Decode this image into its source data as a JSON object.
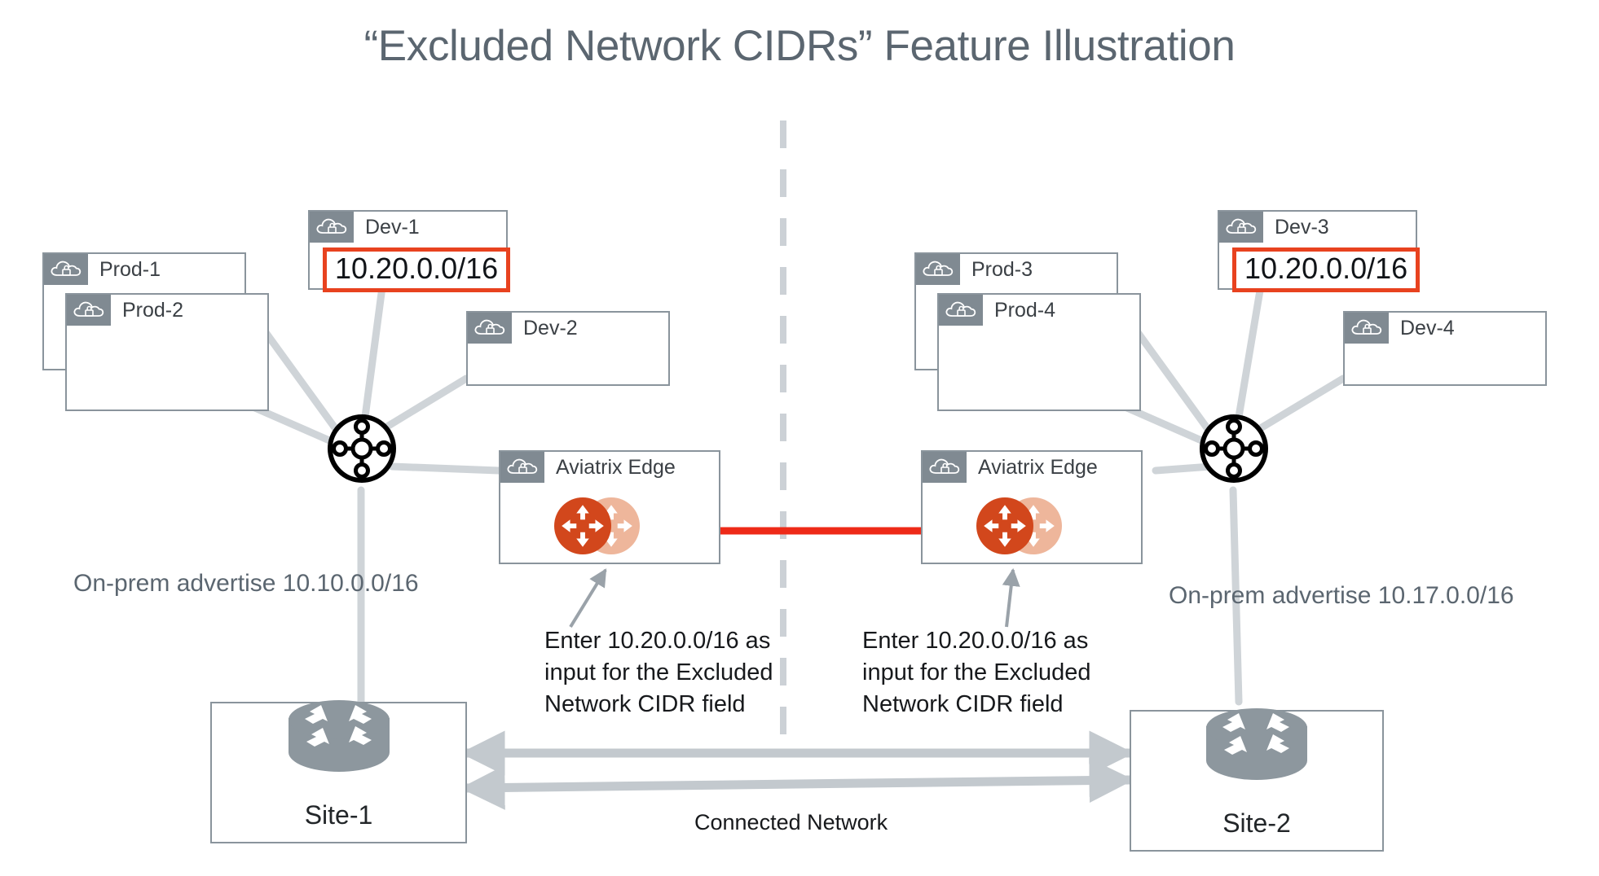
{
  "title": "“Excluded Network CIDRs” Feature Illustration",
  "colors": {
    "title": "#5b6670",
    "box_border": "#8a949c",
    "header_fill": "#808a92",
    "highlight_red": "#e8421f",
    "arrow_red": "#ee2a18",
    "link_grey": "#cfd4d8",
    "router_grey": "#8d979e",
    "edge_dark_orange": "#d2471c",
    "edge_light_orange": "#eeb69b",
    "divider_grey": "#ccd1d6"
  },
  "left": {
    "clouds": [
      {
        "name": "Prod-1",
        "icon": "cloud-lock-icon",
        "cidr": null
      },
      {
        "name": "Prod-2",
        "icon": "cloud-lock-icon",
        "cidr": null
      },
      {
        "name": "Dev-1",
        "icon": "cloud-lock-icon",
        "cidr": "10.20.0.0/16"
      },
      {
        "name": "Dev-2",
        "icon": "cloud-lock-icon",
        "cidr": null
      }
    ],
    "hub": {
      "icon": "network-hub-icon"
    },
    "edge": {
      "label": "Aviatrix Edge",
      "icon": "cloud-lock-icon",
      "gateway_icon": "aviatrix-gateway-icon"
    },
    "onprem_advertise": "On-prem advertise 10.10.0.0/16",
    "annotation": "Enter 10.20.0.0/16 as\ninput for the Excluded\nNetwork CIDR field",
    "site": {
      "label": "Site-1",
      "icon": "router-icon"
    }
  },
  "right": {
    "clouds": [
      {
        "name": "Prod-3",
        "icon": "cloud-lock-icon",
        "cidr": null
      },
      {
        "name": "Prod-4",
        "icon": "cloud-lock-icon",
        "cidr": null
      },
      {
        "name": "Dev-3",
        "icon": "cloud-lock-icon",
        "cidr": "10.20.0.0/16"
      },
      {
        "name": "Dev-4",
        "icon": "cloud-lock-icon",
        "cidr": null
      }
    ],
    "hub": {
      "icon": "network-hub-icon"
    },
    "edge": {
      "label": "Aviatrix Edge",
      "icon": "cloud-lock-icon",
      "gateway_icon": "aviatrix-gateway-icon"
    },
    "onprem_advertise": "On-prem advertise 10.17.0.0/16",
    "annotation": "Enter 10.20.0.0/16 as\ninput for the Excluded\nNetwork CIDR field",
    "site": {
      "label": "Site-2",
      "icon": "router-icon"
    }
  },
  "center": {
    "connected_network_label": "Connected Network",
    "divider": "dashed-vertical-divider",
    "edge_peering_arrow": "red-double-arrow"
  }
}
